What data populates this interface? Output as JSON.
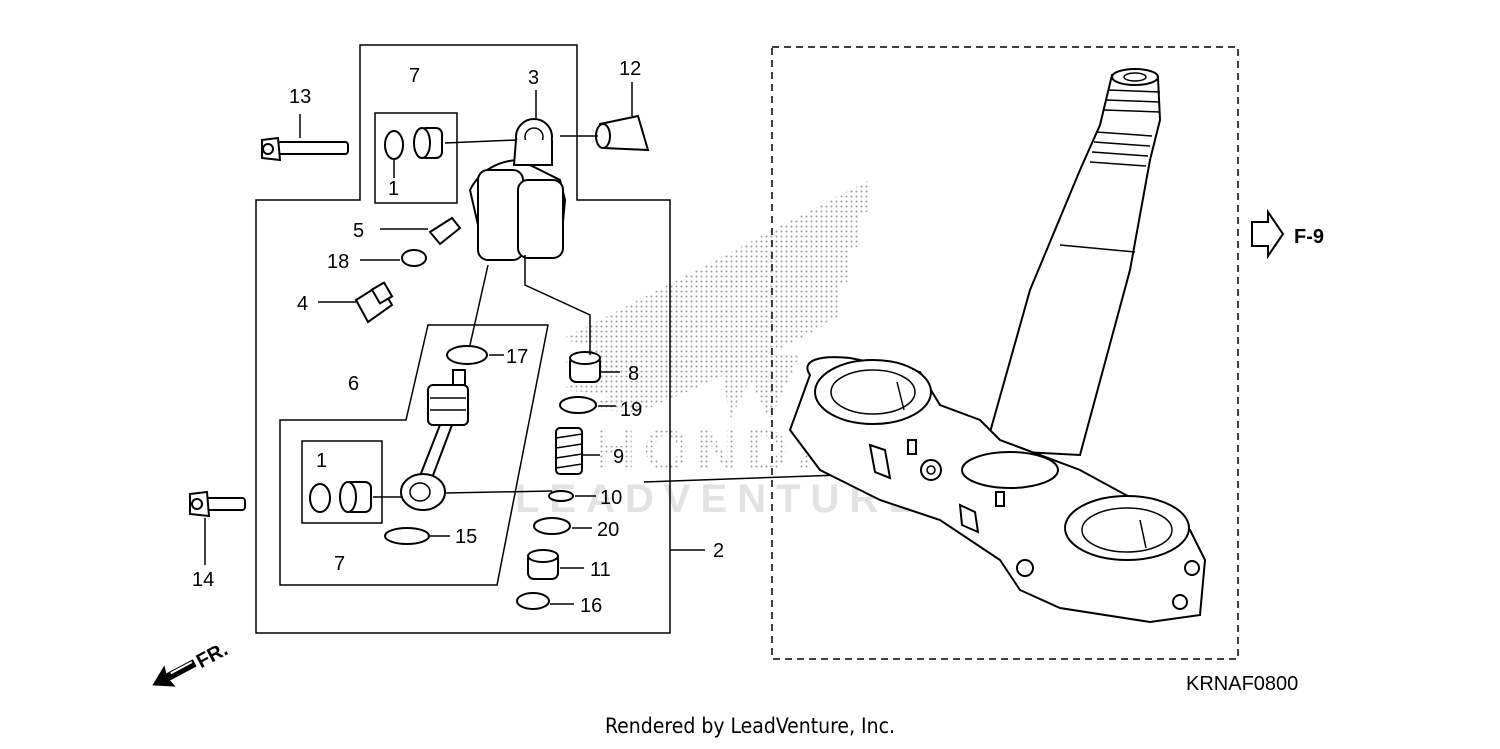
{
  "diagram": {
    "callouts": {
      "c1a": "1",
      "c1b": "1",
      "c2": "2",
      "c3": "3",
      "c4": "4",
      "c5": "5",
      "c6": "6",
      "c7a": "7",
      "c7b": "7",
      "c8": "8",
      "c9": "9",
      "c10": "10",
      "c11": "11",
      "c12": "12",
      "c13": "13",
      "c14": "14",
      "c15": "15",
      "c16": "16",
      "c17": "17",
      "c18": "18",
      "c19": "19",
      "c20": "20"
    },
    "page_ref": "F-9",
    "direction_label": "FR.",
    "diagram_code": "KRNAF0800",
    "watermark_brand": "HONDA",
    "watermark_sub": "LEADVENTURE"
  },
  "footer": {
    "credit": "Rendered by LeadVenture, Inc."
  }
}
